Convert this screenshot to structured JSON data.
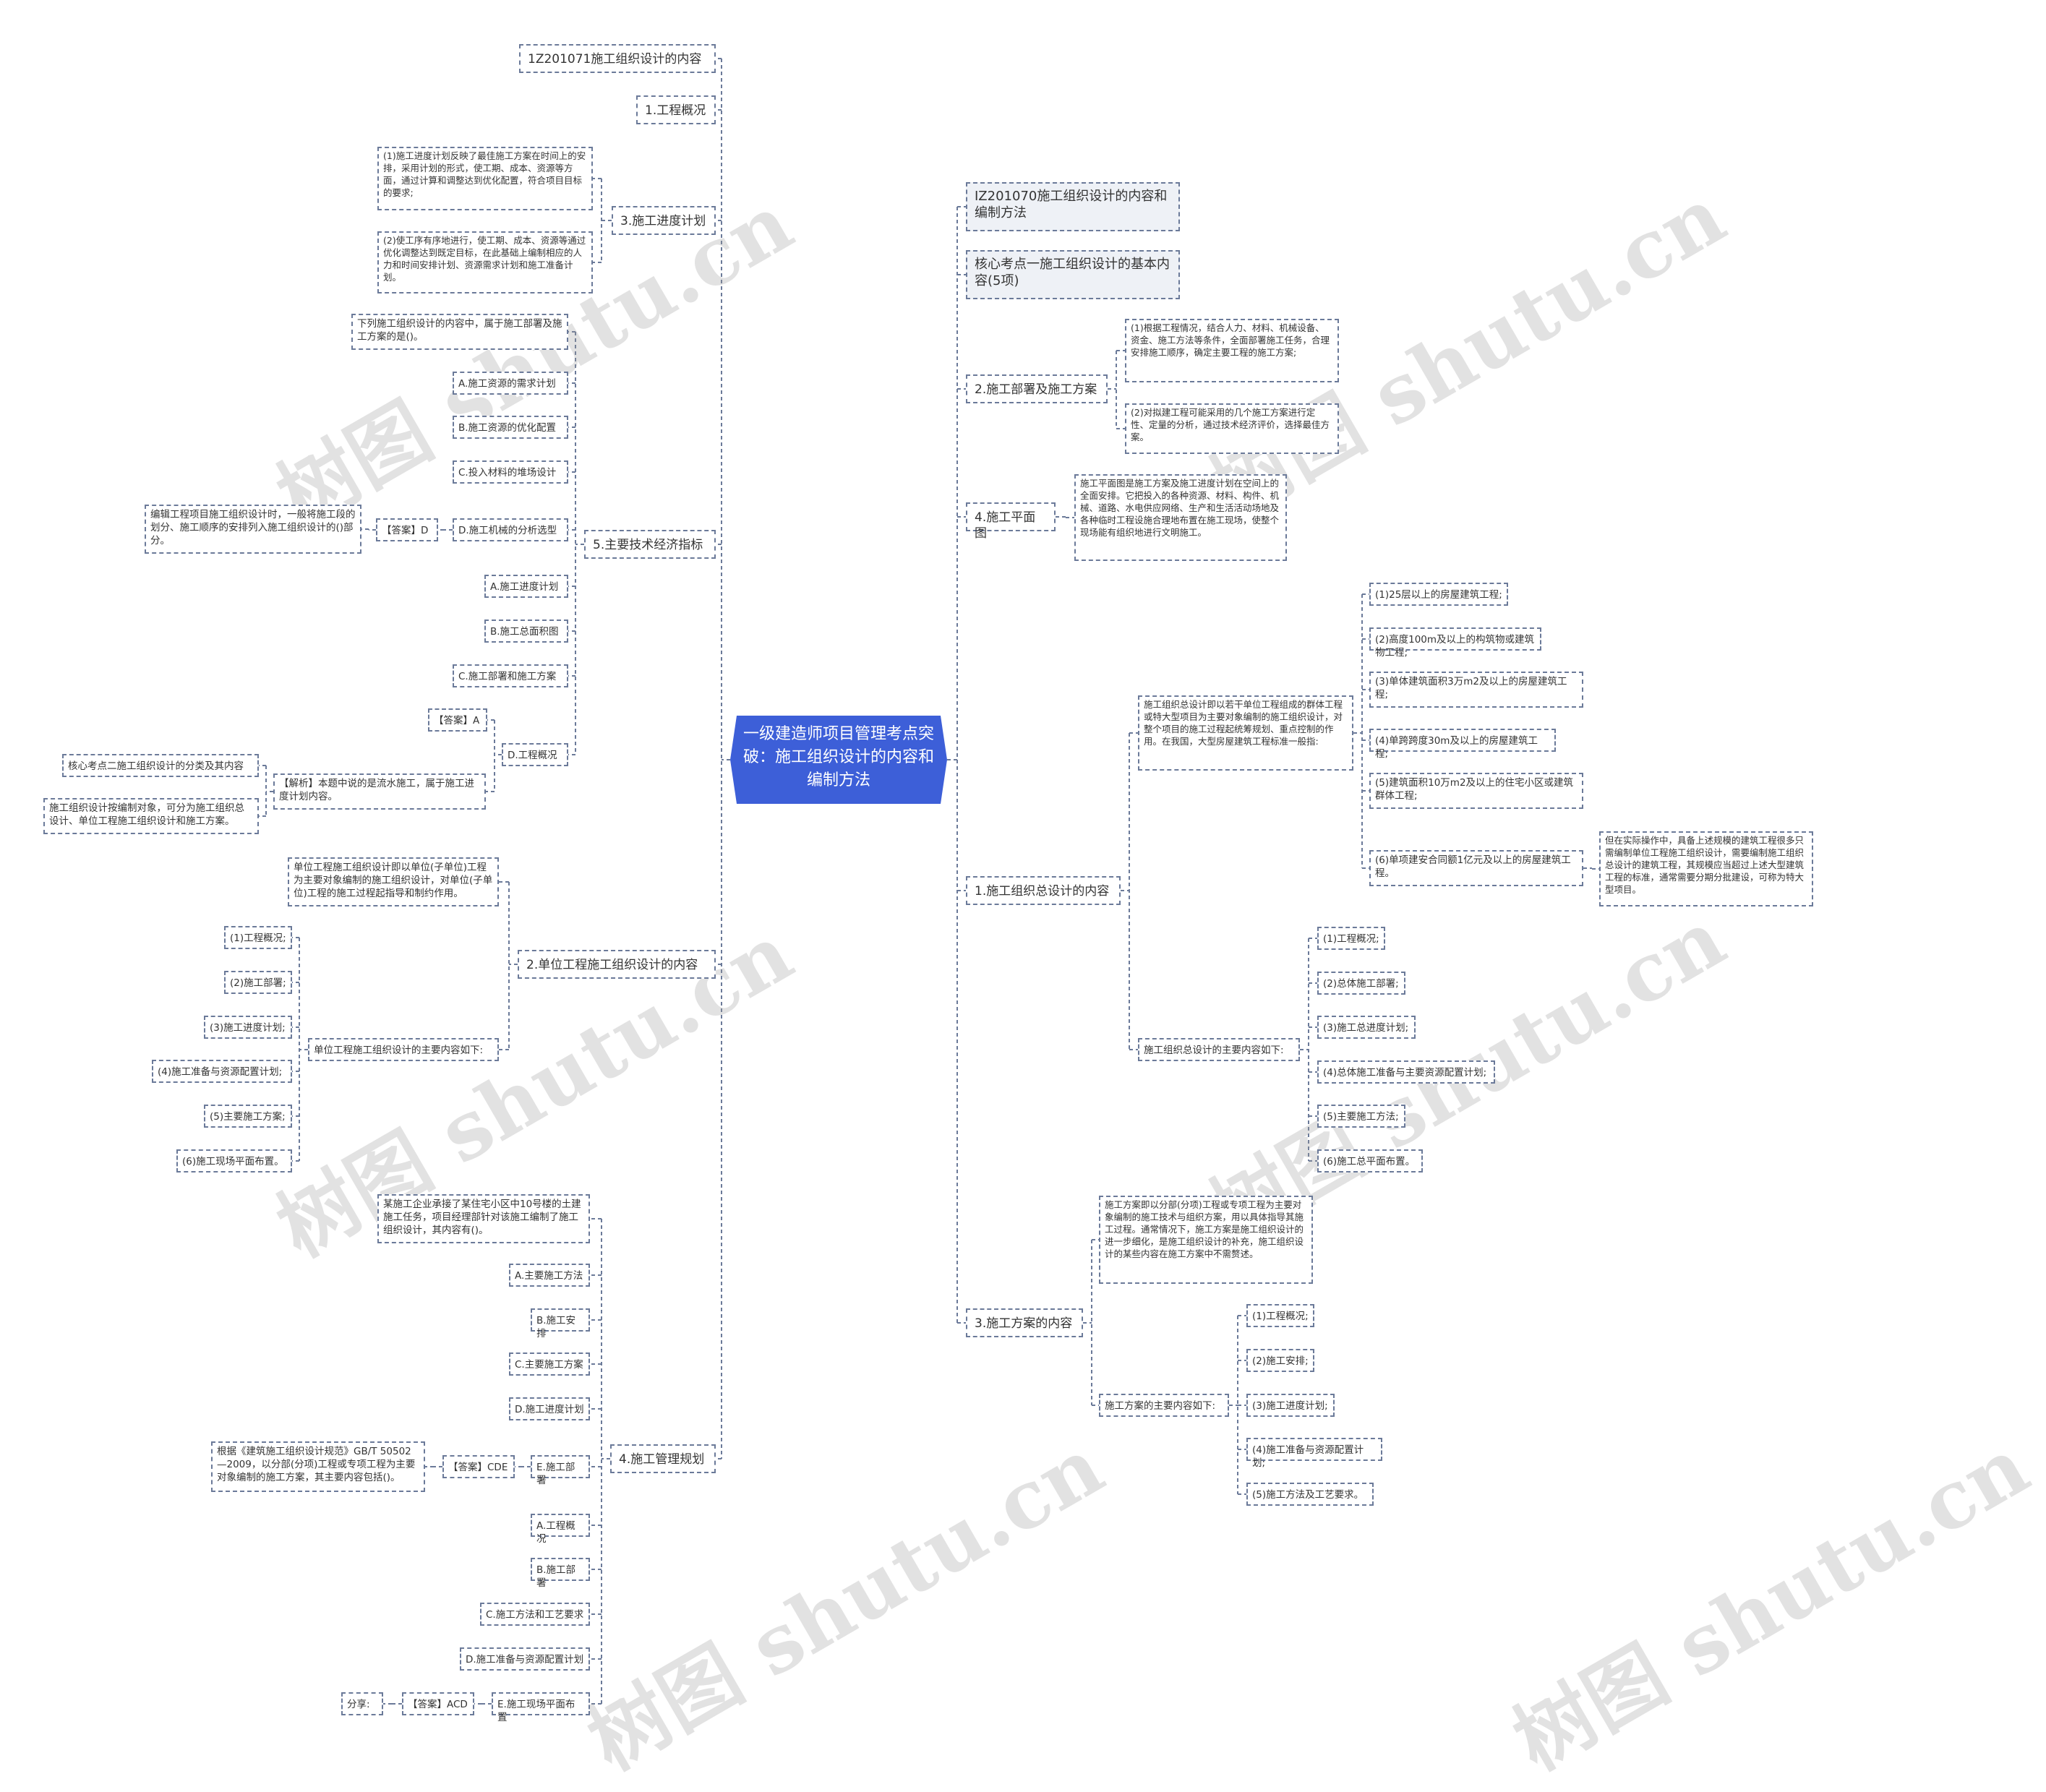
{
  "colors": {
    "root_bg": "#3d5fd8",
    "border": "#6b7a99",
    "line": "#6b7a99",
    "watermark": "#a0a0a0"
  },
  "root": "一级建造师项目管理考点突破：施工组织设计的内容和编制方法",
  "watermark": "树图 shutu.cn",
  "nodes": {
    "l_title": "1Z201071施工组织设计的内容",
    "l_gaikuang": "1.工程概况",
    "l_jindu": "3.施工进度计划",
    "l_jindu_1": "(1)施工进度计划反映了最佳施工方案在时间上的安排，采用计划的形式，使工期、成本、资源等方面，通过计算和调整达到优化配置，符合项目目标的要求;",
    "l_jindu_2": "(2)使工序有序地进行，使工期、成本、资源等通过优化调整达到既定目标，在此基础上编制相应的人力和时间安排计划、资源需求计划和施工准备计划。",
    "l_jishu": "5.主要技术经济指标",
    "q1": "下列施工组织设计的内容中，属于施工部署及施工方案的是()。",
    "q1_a": "A.施工资源的需求计划",
    "q1_b": "B.施工资源的优化配置",
    "q1_c": "C.投入材料的堆场设计",
    "q1_d": "D.施工机械的分析选型",
    "q1_ans": "【答案】D",
    "q1_expl": "编辑工程项目施工组织设计时，一般将施工段的划分、施工顺序的安排列入施工组织设计的()部分。",
    "q2_a": "A.施工进度计划",
    "q2_b": "B.施工总面积图",
    "q2_c": "C.施工部署和施工方案",
    "q2_d": "D.工程概况",
    "q2_ans": "【答案】A",
    "q2_jiexi": "【解析】本题中说的是流水施工，属于施工进度计划内容。",
    "kd2": "核心考点二施工组织设计的分类及其内容",
    "kd2_desc": "施工组织设计按编制对象，可分为施工组织总设计、单位工程施工组织设计和施工方案。",
    "l_danwei": "2.单位工程施工组织设计的内容",
    "dw_def": "单位工程施工组织设计即以单位(子单位)工程为主要对象编制的施工组织设计，对单位(子单位)工程的施工过程起指导和制约作用。",
    "dw_main": "单位工程施工组织设计的主要内容如下:",
    "dw_1": "(1)工程概况;",
    "dw_2": "(2)施工部署;",
    "dw_3": "(3)施工进度计划;",
    "dw_4": "(4)施工准备与资源配置计划;",
    "dw_5": "(5)主要施工方案;",
    "dw_6": "(6)施工现场平面布置。",
    "l_guanli": "4.施工管理规划",
    "q3": "某施工企业承接了某住宅小区中10号楼的土建施工任务，项目经理部针对该施工编制了施工组织设计，其内容有()。",
    "q3_a": "A.主要施工方法",
    "q3_b": "B.施工安排",
    "q3_c": "C.主要施工方案",
    "q3_d": "D.施工进度计划",
    "q3_e": "E.施工部署",
    "q3_ans": "【答案】CDE",
    "q3_std": "根据《建筑施工组织设计规范》GB/T 50502—2009，以分部(分项)工程或专项工程为主要对象编制的施工方案，其主要内容包括()。",
    "q4_a": "A.工程概况",
    "q4_b": "B.施工部署",
    "q4_c": "C.施工方法和工艺要求",
    "q4_d": "D.施工准备与资源配置计划",
    "q4_e": "E.施工现场平面布置",
    "q4_ans": "【答案】ACD",
    "share": "分享:",
    "r_title": "IZ201070施工组织设计的内容和编制方法",
    "r_kd1": "核心考点一施工组织设计的基本内容(5项)",
    "r_bushu": "2.施工部署及施工方案",
    "r_bushu_1": "(1)根据工程情况，结合人力、材料、机械设备、资金、施工方法等条件，全面部署施工任务，合理安排施工顺序，确定主要工程的施工方案;",
    "r_bushu_2": "(2)对拟建工程可能采用的几个施工方案进行定性、定量的分析，通过技术经济评价，选择最佳方案。",
    "r_pingmian": "4.施工平面图",
    "r_pingmian_d": "施工平面图是施工方案及施工进度计划在空间上的全面安排。它把投入的各种资源、材料、构件、机械、道路、水电供应网络、生产和生活活动场地及各种临时工程设施合理地布置在施工现场，使整个现场能有组织地进行文明施工。",
    "r_zong": "1.施工组织总设计的内容",
    "r_zong_def": "施工组织总设计即以若干单位工程组成的群体工程或特大型项目为主要对象编制的施工组织设计，对整个项目的施工过程起统筹规划、重点控制的作用。在我国，大型房屋建筑工程标准一般指:",
    "r_std_1": "(1)25层以上的房屋建筑工程;",
    "r_std_2": "(2)高度100m及以上的构筑物或建筑物工程;",
    "r_std_3": "(3)单体建筑面积3万m2及以上的房屋建筑工程;",
    "r_std_4": "(4)单跨跨度30m及以上的房屋建筑工程;",
    "r_std_5": "(5)建筑面积10万m2及以上的住宅小区或建筑群体工程;",
    "r_std_6": "(6)单项建安合同额1亿元及以上的房屋建筑工程。",
    "r_std_note": "但在实际操作中，具备上述规模的建筑工程很多只需编制单位工程施工组织设计，需要编制施工组织总设计的建筑工程，其规模应当超过上述大型建筑工程的标准，通常需要分期分批建设，可称为特大型项目。",
    "r_zong_main": "施工组织总设计的主要内容如下:",
    "r_zong_1": "(1)工程概况;",
    "r_zong_2": "(2)总体施工部署;",
    "r_zong_3": "(3)施工总进度计划;",
    "r_zong_4": "(4)总体施工准备与主要资源配置计划;",
    "r_zong_5": "(5)主要施工方法;",
    "r_zong_6": "(6)施工总平面布置。",
    "r_fangan": "3.施工方案的内容",
    "r_fangan_def": "施工方案即以分部(分项)工程或专项工程为主要对象编制的施工技术与组织方案，用以具体指导其施工过程。通常情况下，施工方案是施工组织设计的进一步细化，是施工组织设计的补充，施工组织设计的某些内容在施工方案中不需赘述。",
    "r_fangan_main": "施工方案的主要内容如下:",
    "r_fa_1": "(1)工程概况;",
    "r_fa_2": "(2)施工安排;",
    "r_fa_3": "(3)施工进度计划;",
    "r_fa_4": "(4)施工准备与资源配置计划;",
    "r_fa_5": "(5)施工方法及工艺要求。"
  }
}
